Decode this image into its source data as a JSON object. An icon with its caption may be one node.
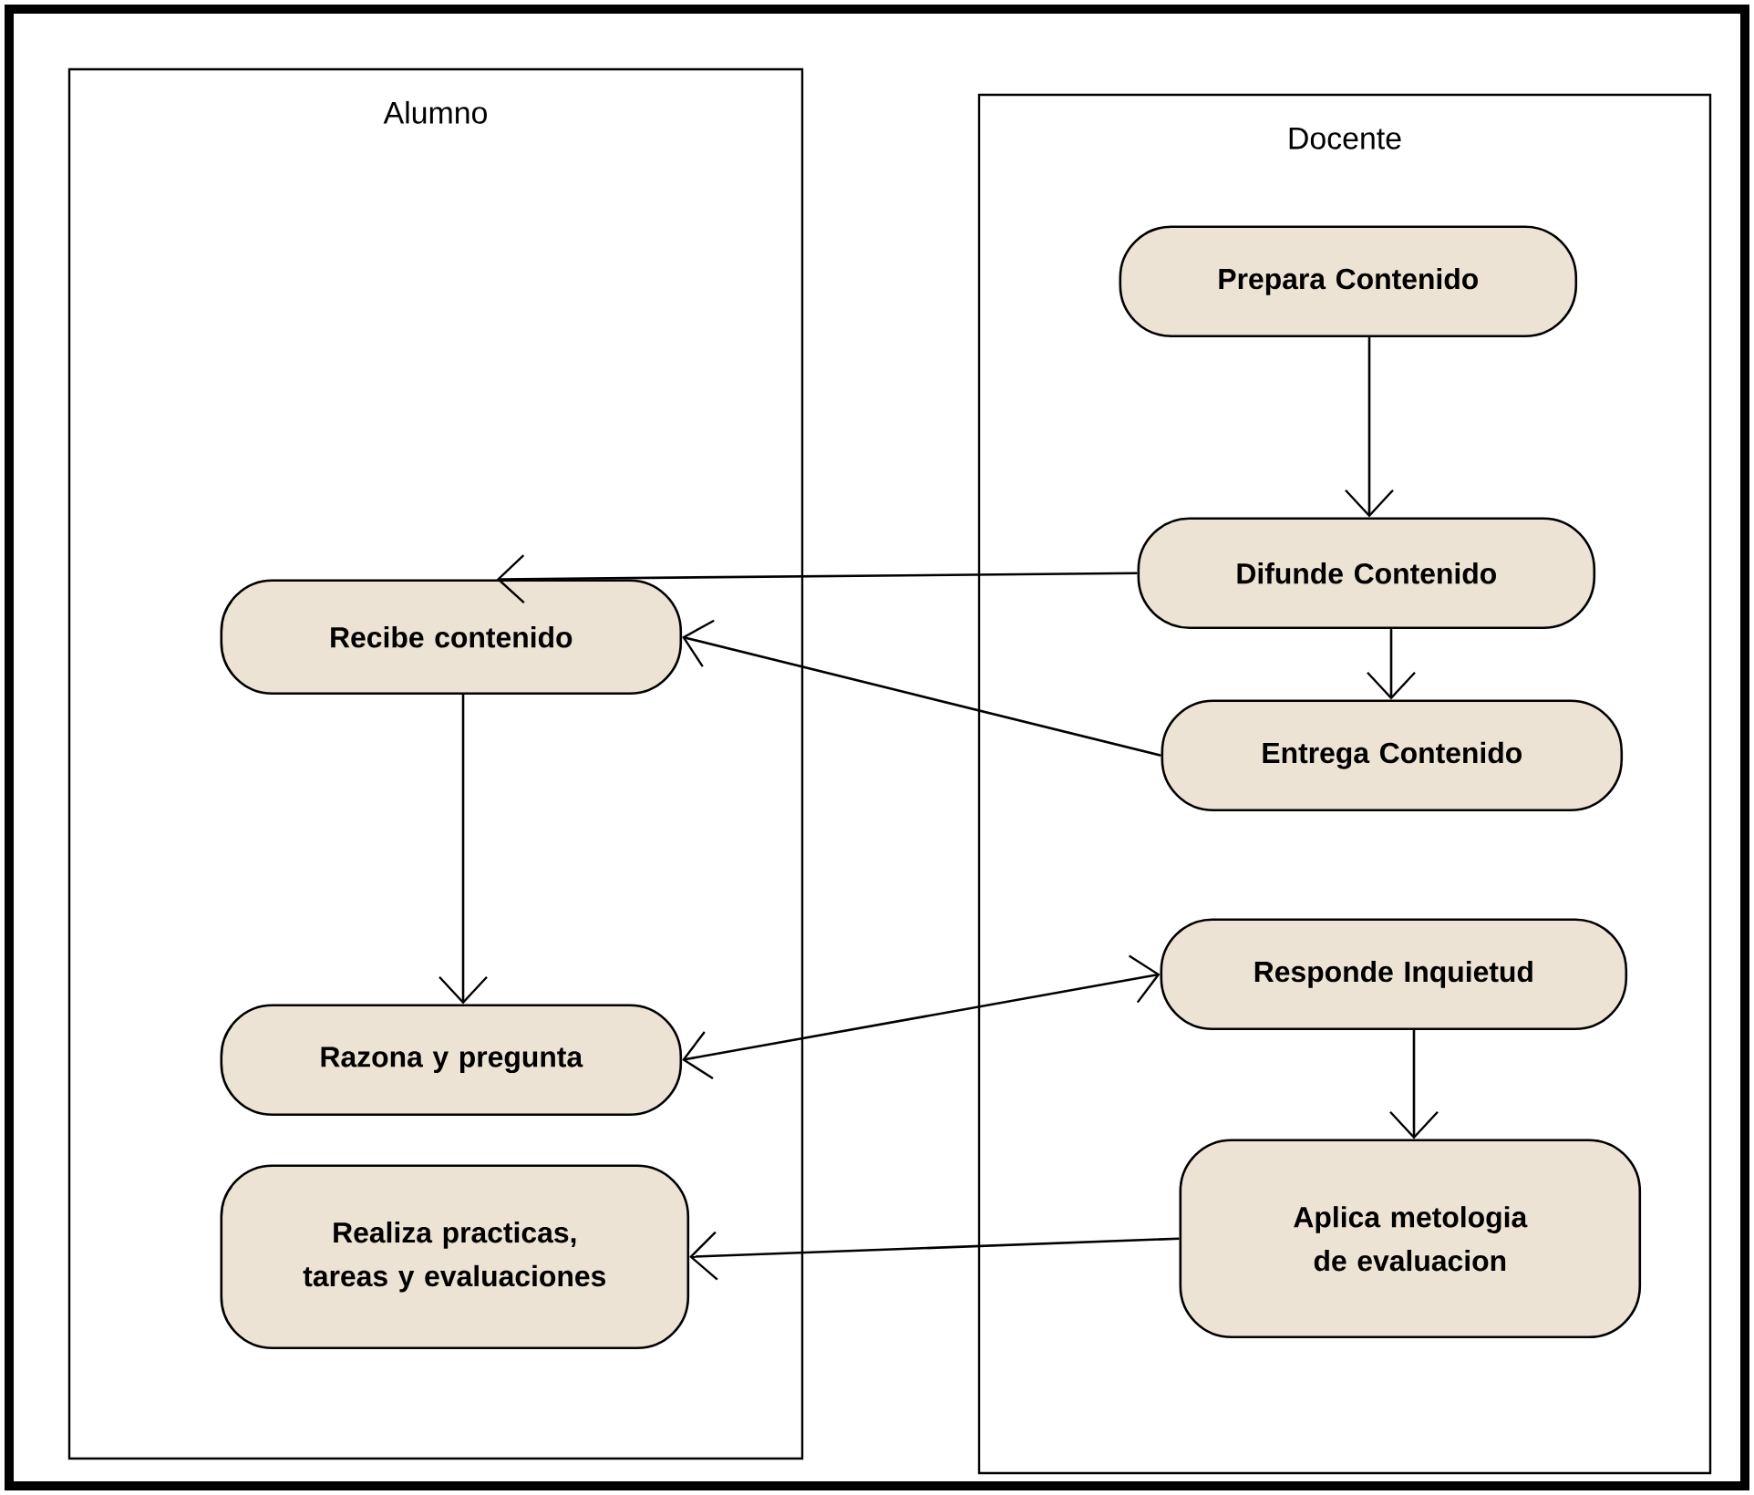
{
  "diagram": {
    "nodes": [
      {
        "text": [
          "Alumno"
        ]
      },
      {
        "text": [
          "Recibe contenido"
        ],
        "in": 0
      },
      {
        "text": [
          "Razona y pregunta"
        ],
        "in": 0
      },
      {
        "text": [
          "Realiza practicas, tareas y evaluaciones"
        ],
        "in": 0
      },
      {
        "text": [
          "Docente"
        ]
      },
      {
        "text": [
          "Prepara Contenido"
        ],
        "in": 4
      },
      {
        "text": [
          "Difunde Contenido"
        ],
        "in": 4
      },
      {
        "text": [
          "Entrega Contenido"
        ],
        "in": 4
      },
      {
        "text": [
          "Responde Inquietud"
        ],
        "in": 4
      },
      {
        "text": [
          "Aplica metologia de evaluacion"
        ],
        "in": 4
      }
    ],
    "edges": [
      {
        "from": 5,
        "to": 6,
        "arrow": "to"
      },
      {
        "from": 6,
        "to": 1,
        "arrow": "to"
      },
      {
        "from": 6,
        "to": 7,
        "arrow": "to"
      },
      {
        "from": 7,
        "to": 1,
        "arrow": "to"
      },
      {
        "from": 1,
        "to": 2,
        "arrow": "to"
      },
      {
        "from": 2,
        "to": 8,
        "arrow": "both"
      },
      {
        "from": 8,
        "to": 9,
        "arrow": "to"
      },
      {
        "from": 9,
        "to": 3,
        "arrow": "to"
      }
    ]
  }
}
